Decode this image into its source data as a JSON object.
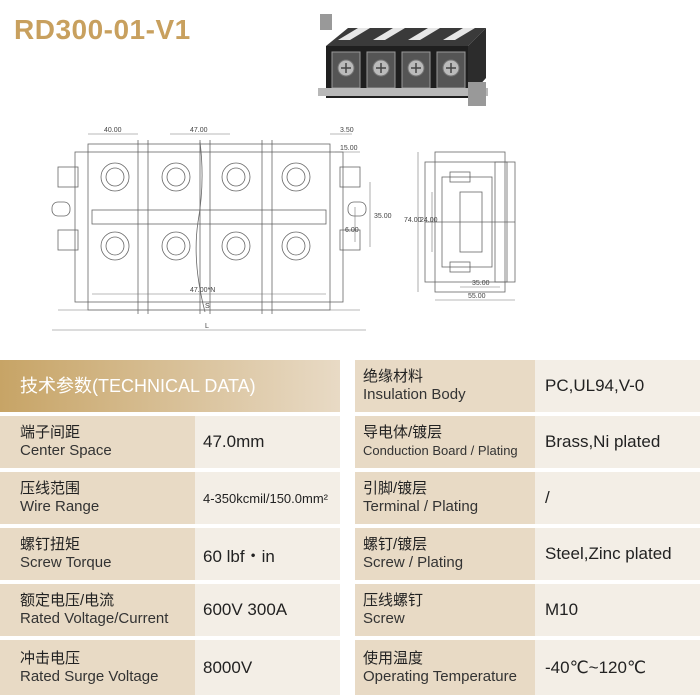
{
  "title": "RD300-01-V1",
  "drawing": {
    "dims": {
      "d1": "40.00",
      "d2": "47.00",
      "d3": "3.50",
      "d4": "15.00",
      "d5": "35.00",
      "d6": "6.00",
      "d7": "47.00*N",
      "d8": "S",
      "d9": "L",
      "d10": "74.00",
      "d11": "24.00",
      "d12": "35.00",
      "d13": "55.00"
    }
  },
  "table": {
    "header": "技术参数(TECHNICAL DATA)",
    "rows_left": [
      {
        "cn": "端子间距",
        "en": "Center Space",
        "value": "47.0mm"
      },
      {
        "cn": "压线范围",
        "en": "Wire Range",
        "value": "4-350kcmil/150.0mm²"
      },
      {
        "cn": "螺钉扭矩",
        "en": "Screw Torque",
        "value": "60 lbf・in"
      },
      {
        "cn": "额定电压/电流",
        "en": "Rated Voltage/Current",
        "value": "600V 300A"
      },
      {
        "cn": "冲击电压",
        "en": "Rated Surge Voltage",
        "value": "8000V"
      }
    ],
    "rows_right": [
      {
        "cn": "绝缘材料",
        "en": "Insulation Body",
        "value": "PC,UL94,V-0"
      },
      {
        "cn": "导电体/镀层",
        "en": "Conduction Board / Plating",
        "value": "Brass,Ni plated"
      },
      {
        "cn": "引脚/镀层",
        "en": "Terminal / Plating",
        "value": "/"
      },
      {
        "cn": "螺钉/镀层",
        "en": "Screw / Plating",
        "value": "Steel,Zinc plated"
      },
      {
        "cn": "压线螺钉",
        "en": "Screw",
        "value": "M10"
      },
      {
        "cn": "使用温度",
        "en": "Operating Temperature",
        "value": "-40℃~120℃"
      }
    ]
  },
  "colors": {
    "accent": "#c8a05e",
    "label_bg": "#e8dac5",
    "value_bg": "#f3eee6"
  }
}
